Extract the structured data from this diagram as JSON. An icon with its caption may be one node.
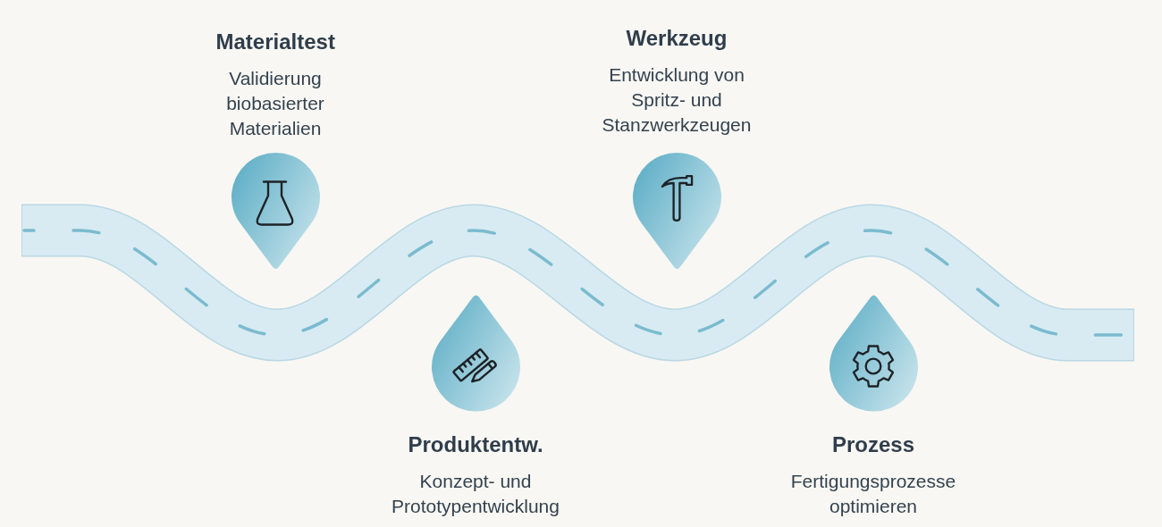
{
  "diagram": {
    "nodes": [
      {
        "text": [
          "Materialtest",
          "Validierung biobasierter Materialien"
        ]
      },
      {
        "text": [
          "Produktentw.",
          "Konzept- und Prototypentwicklung"
        ]
      },
      {
        "text": [
          "Werkzeug",
          "Entwicklung von Spritz- und Stanzwerkzeugen"
        ]
      },
      {
        "text": [
          "Prozess",
          "Fertigungsprozesse optimieren"
        ]
      }
    ]
  }
}
